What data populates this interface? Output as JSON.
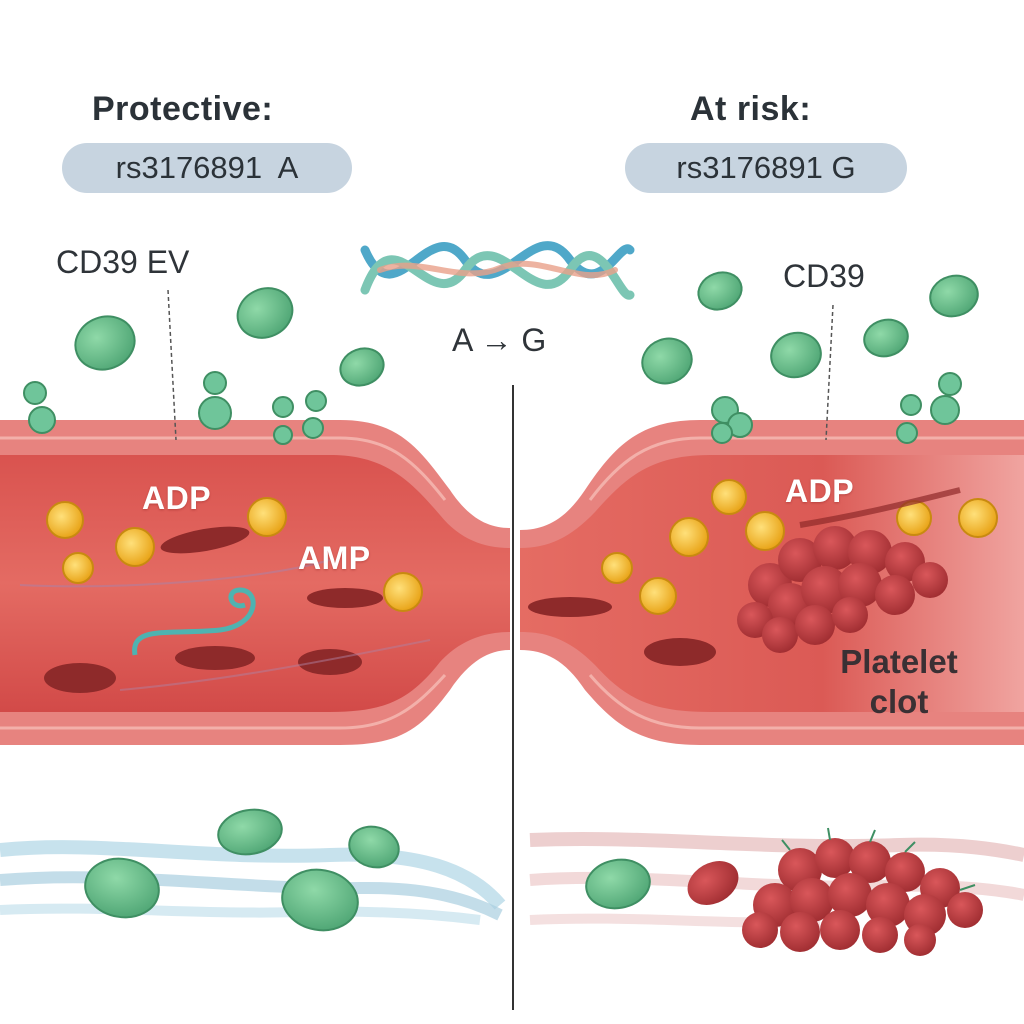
{
  "left": {
    "heading": "Protective:",
    "genotype": "rs3176891  A",
    "ev_label": "CD39 EV",
    "adp_label": "ADP",
    "amp_label": "AMP"
  },
  "right": {
    "heading": "At risk:",
    "genotype": "rs3176891 G",
    "cd39_label": "CD39",
    "adp_label": "ADP",
    "clot_line1": "Platelet",
    "clot_line2": "clot"
  },
  "center": {
    "mutation_label": "A → G"
  },
  "colors": {
    "vessel_wall": "#e7837f",
    "vessel_lumen": "#d9534f",
    "cd39_green": "#5dbb86",
    "adp_yellow": "#f2b51f",
    "rbc_dark": "#8e2a2a",
    "clot_red": "#b8383c",
    "pill_bg": "#c7d4e0"
  }
}
